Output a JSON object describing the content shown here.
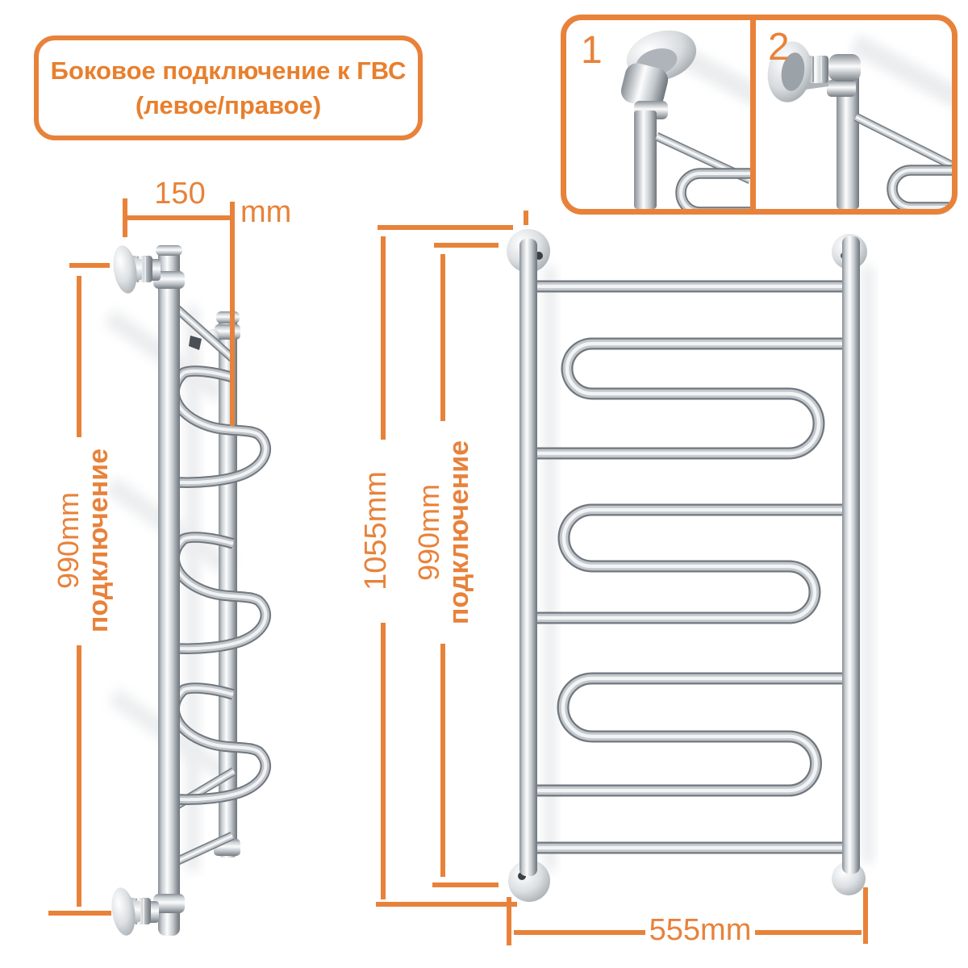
{
  "colors": {
    "accent": "#E8823A",
    "title_text": "#E87F2D"
  },
  "title_box": {
    "line1": "Боковое подключение к ГВС",
    "line2": "(левое/правое)"
  },
  "insets": {
    "label_1": "1",
    "label_2": "2"
  },
  "side_view": {
    "width_dim": {
      "value": "150",
      "unit": "mm"
    },
    "height_dim": {
      "value": "990mm",
      "label": "подключение"
    }
  },
  "front_view": {
    "total_height_dim": {
      "value": "1055mm"
    },
    "connection_dim": {
      "value": "990mm",
      "label": "подключение"
    },
    "width_dim": {
      "value": "555mm"
    }
  }
}
